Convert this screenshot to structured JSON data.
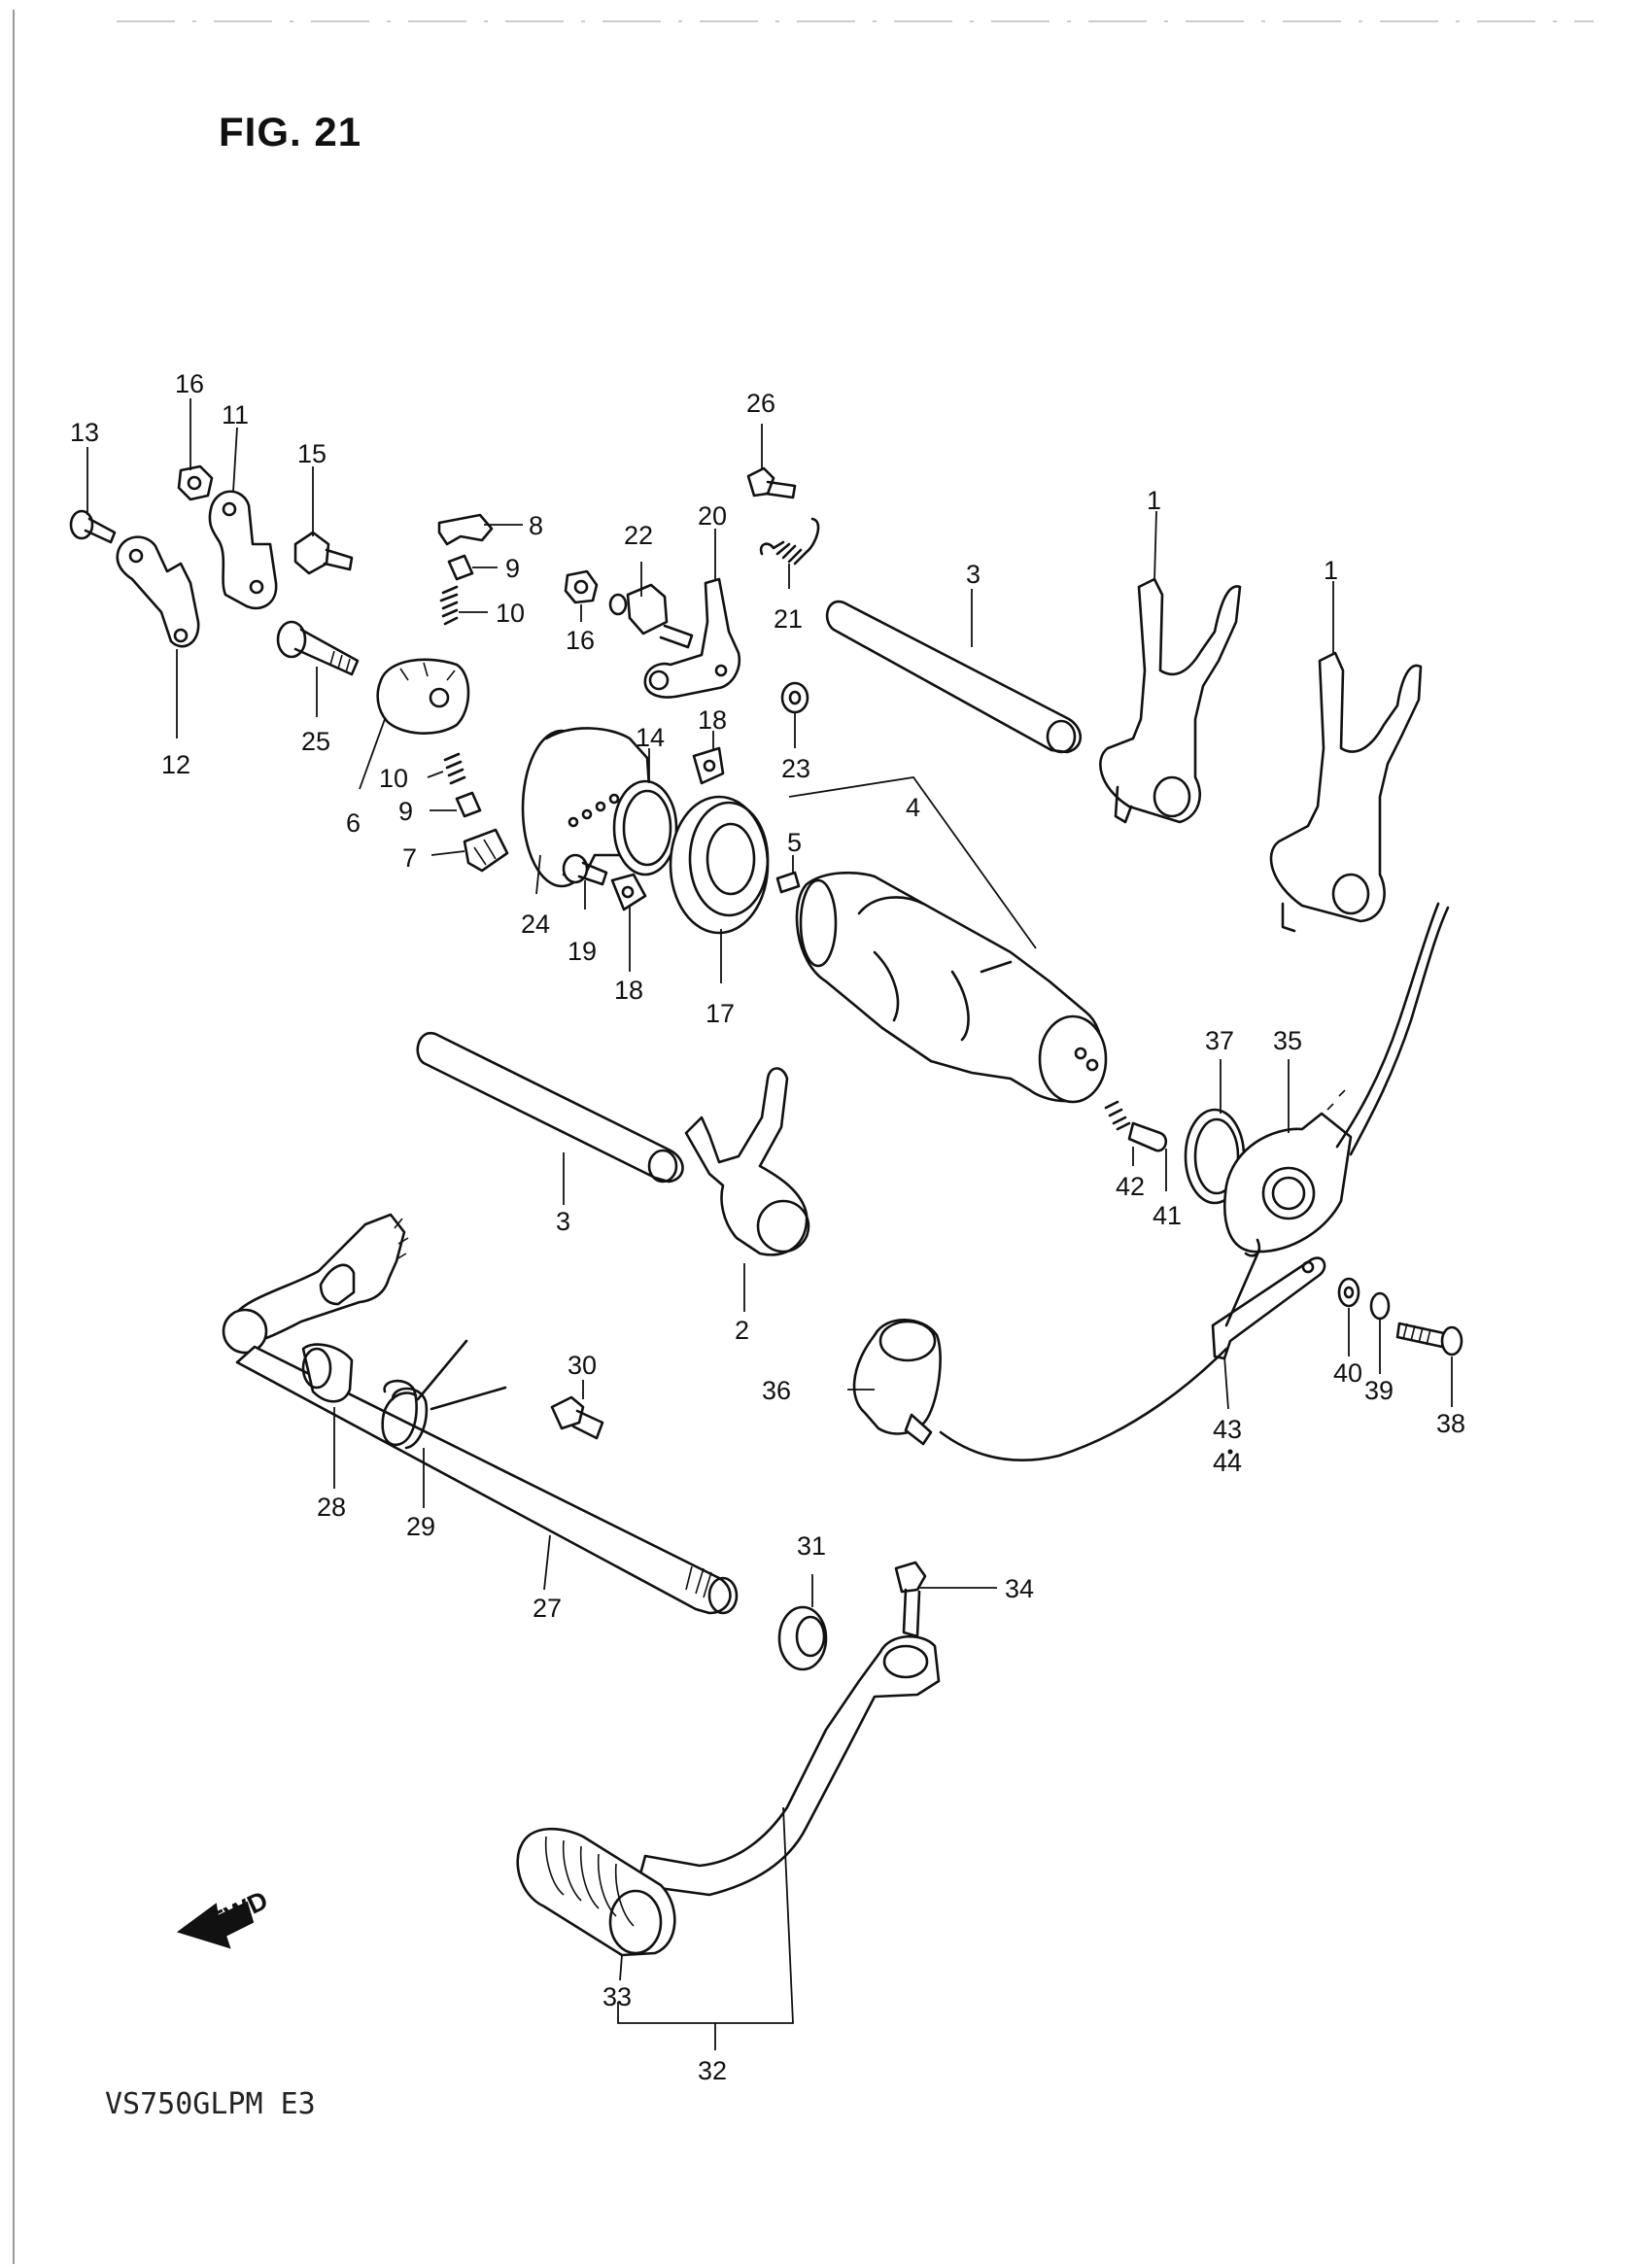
{
  "figure": {
    "title": "FIG. 21",
    "model": "VS750GLPM  E3"
  },
  "orientation": {
    "label": "FWD"
  },
  "callouts": [
    {
      "id": "c1a",
      "number": "1"
    },
    {
      "id": "c1b",
      "number": "1"
    },
    {
      "id": "c2",
      "number": "2"
    },
    {
      "id": "c3a",
      "number": "3"
    },
    {
      "id": "c3b",
      "number": "3"
    },
    {
      "id": "c4",
      "number": "4"
    },
    {
      "id": "c5",
      "number": "5"
    },
    {
      "id": "c6",
      "number": "6"
    },
    {
      "id": "c7",
      "number": "7"
    },
    {
      "id": "c8",
      "number": "8"
    },
    {
      "id": "c9a",
      "number": "9"
    },
    {
      "id": "c9b",
      "number": "9"
    },
    {
      "id": "c10a",
      "number": "10"
    },
    {
      "id": "c10b",
      "number": "10"
    },
    {
      "id": "c11",
      "number": "11"
    },
    {
      "id": "c12",
      "number": "12"
    },
    {
      "id": "c13",
      "number": "13"
    },
    {
      "id": "c14",
      "number": "14"
    },
    {
      "id": "c15",
      "number": "15"
    },
    {
      "id": "c16a",
      "number": "16"
    },
    {
      "id": "c16b",
      "number": "16"
    },
    {
      "id": "c17",
      "number": "17"
    },
    {
      "id": "c18a",
      "number": "18"
    },
    {
      "id": "c18b",
      "number": "18"
    },
    {
      "id": "c19",
      "number": "19"
    },
    {
      "id": "c20",
      "number": "20"
    },
    {
      "id": "c21",
      "number": "21"
    },
    {
      "id": "c22",
      "number": "22"
    },
    {
      "id": "c23",
      "number": "23"
    },
    {
      "id": "c24",
      "number": "24"
    },
    {
      "id": "c25",
      "number": "25"
    },
    {
      "id": "c26",
      "number": "26"
    },
    {
      "id": "c27",
      "number": "27"
    },
    {
      "id": "c28",
      "number": "28"
    },
    {
      "id": "c29",
      "number": "29"
    },
    {
      "id": "c30",
      "number": "30"
    },
    {
      "id": "c31",
      "number": "31"
    },
    {
      "id": "c32",
      "number": "32"
    },
    {
      "id": "c33",
      "number": "33"
    },
    {
      "id": "c34",
      "number": "34"
    },
    {
      "id": "c35",
      "number": "35"
    },
    {
      "id": "c36",
      "number": "36"
    },
    {
      "id": "c37",
      "number": "37"
    },
    {
      "id": "c38",
      "number": "38"
    },
    {
      "id": "c39",
      "number": "39"
    },
    {
      "id": "c40",
      "number": "40"
    },
    {
      "id": "c41",
      "number": "41"
    },
    {
      "id": "c42",
      "number": "42"
    },
    {
      "id": "c43",
      "number": "43"
    },
    {
      "id": "c44",
      "number": "44"
    }
  ]
}
